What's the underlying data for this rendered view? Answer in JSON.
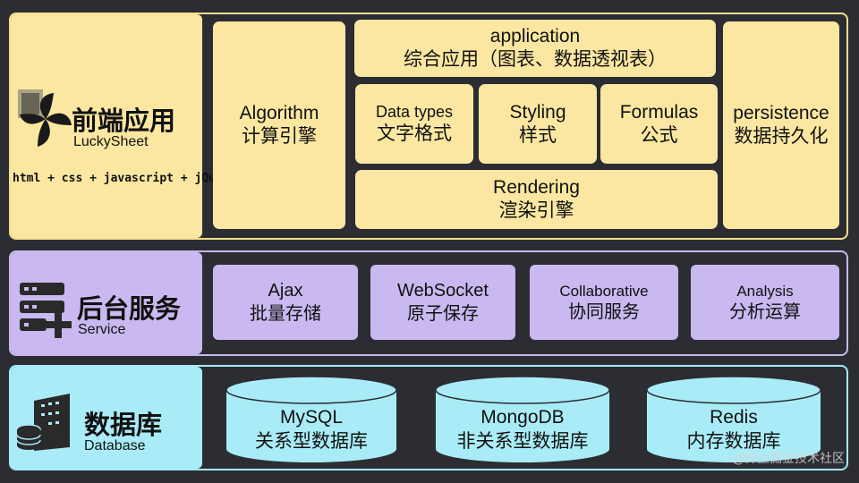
{
  "frontend": {
    "title": "前端应用",
    "subtitle": "LuckySheet",
    "tech": "html + css + javascript + jQuery",
    "algorithm": {
      "en": "Algorithm",
      "zh": "计算引擎"
    },
    "application": {
      "en": "application",
      "zh": "综合应用（图表、数据透视表）"
    },
    "data_types": {
      "en": "Data types",
      "zh": "文字格式"
    },
    "styling": {
      "en": "Styling",
      "zh": "样式"
    },
    "formulas": {
      "en": "Formulas",
      "zh": "公式"
    },
    "rendering": {
      "en": "Rendering",
      "zh": "渲染引擎"
    },
    "persistence": {
      "en": "persistence",
      "zh": "数据持久化"
    }
  },
  "backend": {
    "title": "后台服务",
    "subtitle": "Service",
    "items": [
      {
        "en": "Ajax",
        "zh": "批量存储"
      },
      {
        "en": "WebSocket",
        "zh": "原子保存"
      },
      {
        "en": "Collaborative",
        "zh": "协同服务"
      },
      {
        "en": "Analysis",
        "zh": "分析运算"
      }
    ]
  },
  "database": {
    "title": "数据库",
    "subtitle": "Database",
    "items": [
      {
        "en": "MySQL",
        "zh": "关系型数据库"
      },
      {
        "en": "MongoDB",
        "zh": "非关系型数据库"
      },
      {
        "en": "Redis",
        "zh": "内存数据库"
      }
    ]
  },
  "watermark": "@稀土掘金技术社区",
  "colors": {
    "background": "#2c2d33",
    "frontend": "#fbe7a1",
    "backend": "#c9b9f0",
    "database": "#a9ecf7"
  },
  "icons": {
    "frontend": "luckysheet-logo-icon",
    "backend": "server-plus-icon",
    "database": "database-server-icon"
  }
}
